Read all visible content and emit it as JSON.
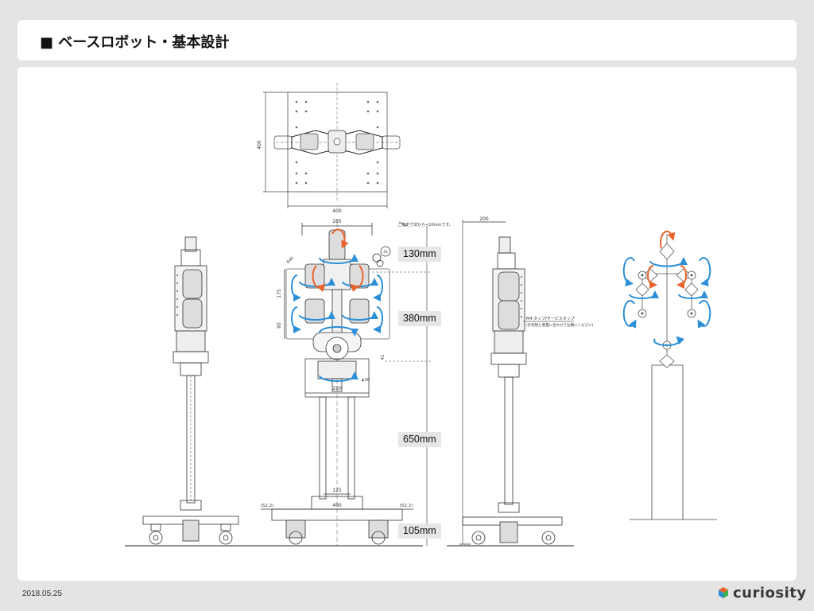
{
  "header": {
    "title": "■ ベースロボット・基本設計"
  },
  "dimensions": {
    "top_width": "400",
    "top_height": "400",
    "head_width": "285",
    "side_offset": "200",
    "dim_175": "175",
    "dim_95": "95",
    "dim_41": "41",
    "dim_phi30": "φ30",
    "dim_250": "250",
    "dim_125": "125",
    "dim_400_base": "400",
    "dim_522_left": "(52.2)",
    "dim_522_right": "(52.2)",
    "small_r40": "R40",
    "small_45": "45"
  },
  "notes": {
    "note_top": "ご指定寸法から+10mmです。",
    "note_side_1": "M4 タップ/サービスタップ",
    "note_side_2": "(外装物と重量に合わせてお願いください)"
  },
  "labels": [
    {
      "text": "130mm"
    },
    {
      "text": "380mm"
    },
    {
      "text": "650mm"
    },
    {
      "text": "105mm"
    }
  ],
  "footer": {
    "date": "2018.05.25",
    "logo_text": "curiosity"
  },
  "colors": {
    "accent_orange": "#e8632c",
    "accent_blue": "#2c8fd8",
    "logo_orange": "#e8632c",
    "logo_blue": "#2c8fd8",
    "logo_green": "#3fb449"
  }
}
